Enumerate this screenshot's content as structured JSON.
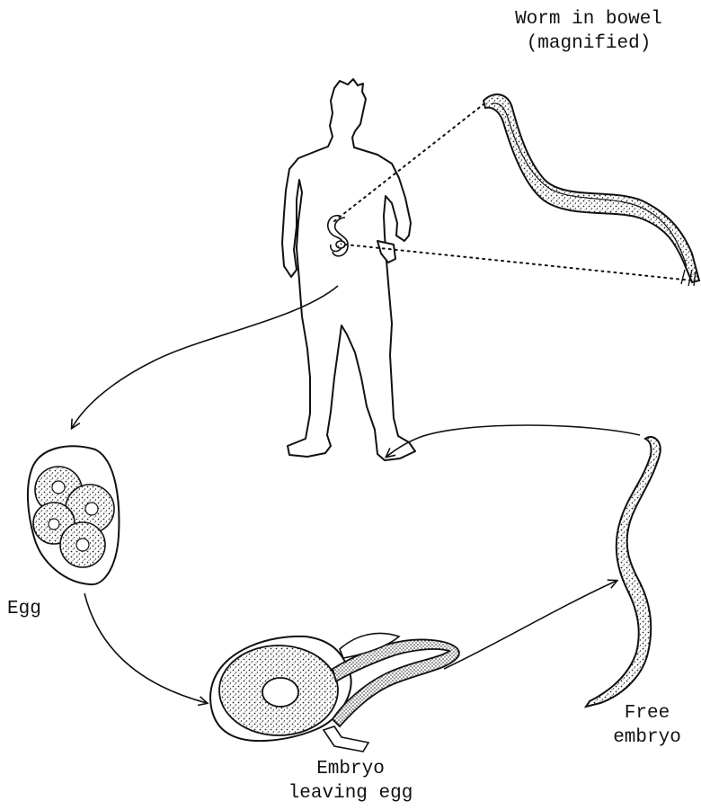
{
  "labels": {
    "worm_in_bowel": [
      "Worm in bowel",
      "(magnified)"
    ],
    "egg": "Egg",
    "embryo_leaving_egg": [
      "Embryo",
      "leaving egg"
    ],
    "free_embryo": [
      "Free",
      "embryo"
    ]
  },
  "colors": {
    "ink": "#111111",
    "silhouette": "#ffffff",
    "background": "#ffffff",
    "stipple": "#222222"
  },
  "icons": {
    "human": "human-silhouette-icon",
    "adult_worm": "adult-worm-icon",
    "egg": "egg-icon",
    "hatching_embryo": "hatching-embryo-icon",
    "free_embryo": "free-embryo-icon"
  }
}
